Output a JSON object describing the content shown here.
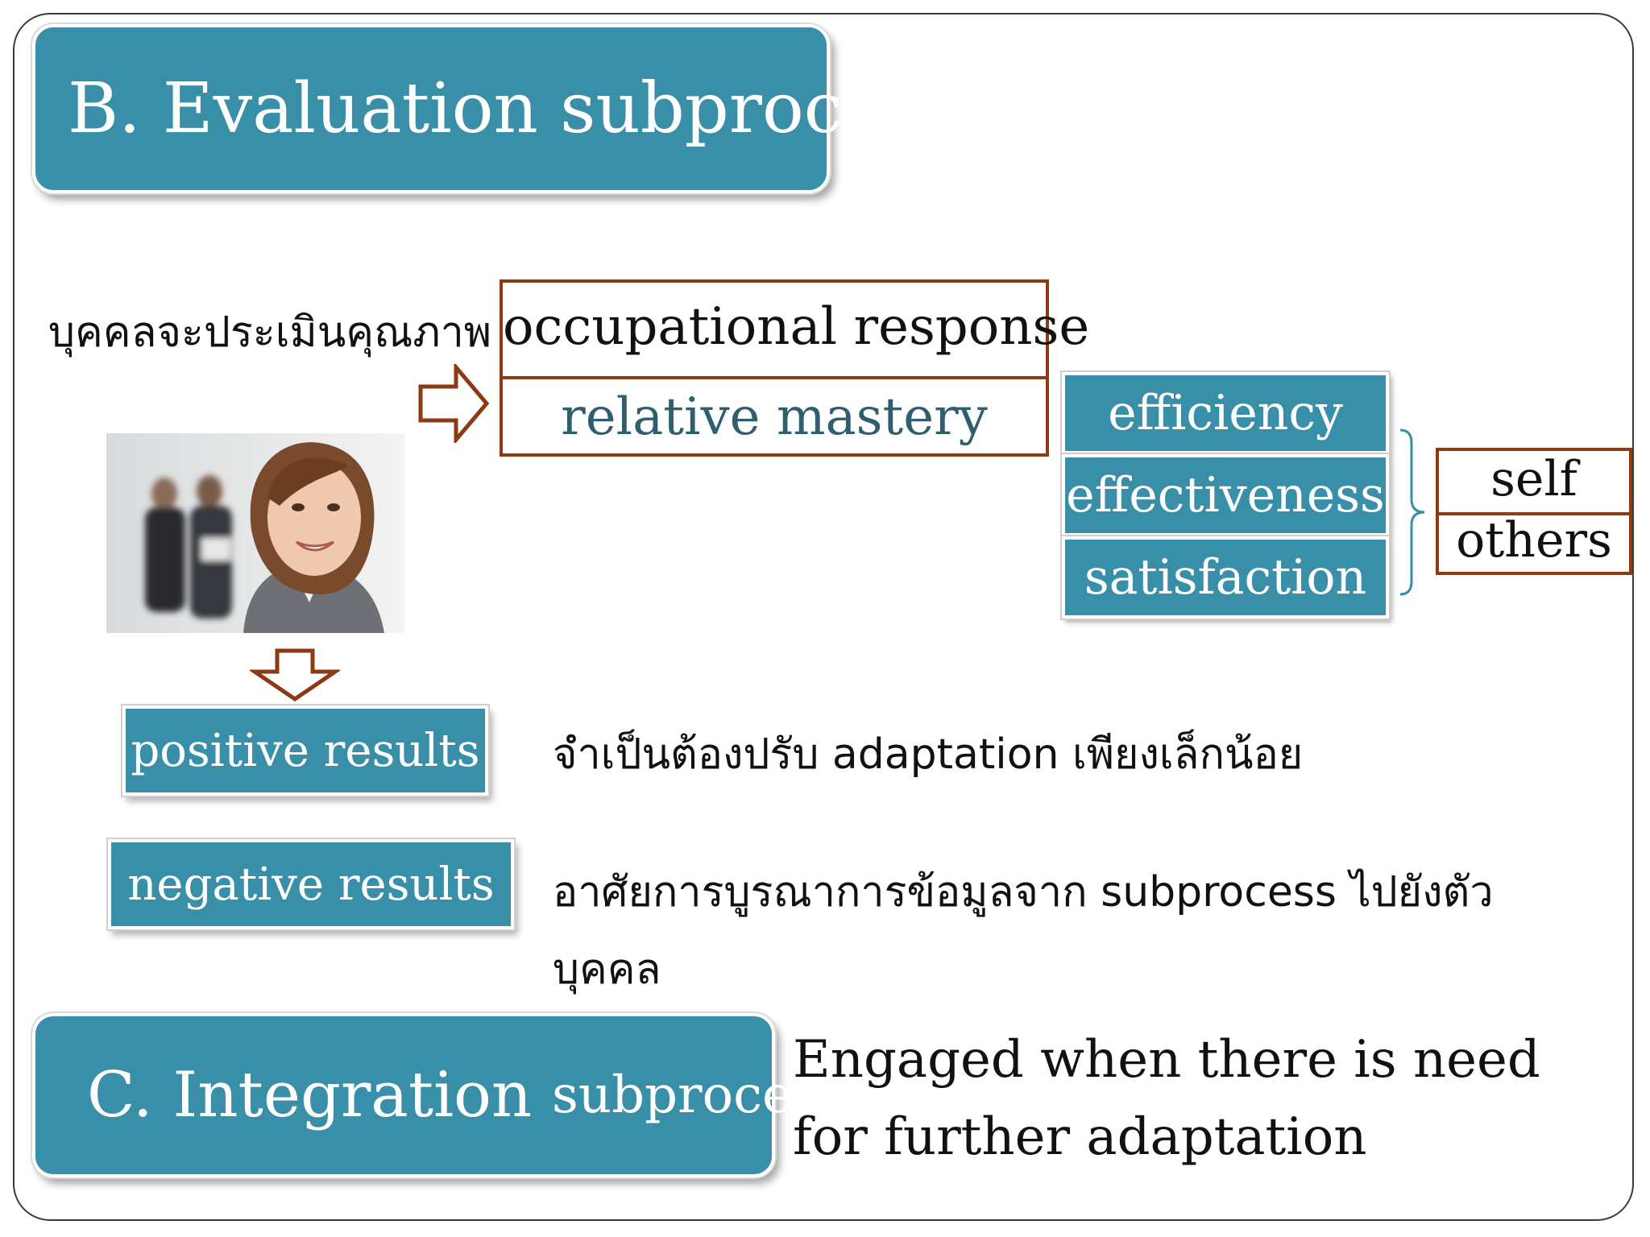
{
  "title_b": "B. Evaluation subprocess",
  "title_c": {
    "main": "C. Integration",
    "small": "subprocess"
  },
  "evaluate_label": "บุคคลจะประเมินคุณภาพ",
  "occupational_box": {
    "top": "occupational response",
    "bottom": "relative mastery"
  },
  "metrics": [
    "efficiency",
    "effectiveness",
    "satisfaction"
  ],
  "judges": {
    "top": "self",
    "bottom": "others"
  },
  "positive": {
    "label": "positive results",
    "description": "จำเป็นต้องปรับ adaptation เพียงเล็กน้อย"
  },
  "negative": {
    "label": "negative results",
    "description": "อาศัยการบูรณาการข้อมูลจาก subprocess ไปยังตัวบุคคล"
  },
  "integration_note": "Engaged when there is need for further adaptation",
  "colors": {
    "teal": "#3a8fa8",
    "brown": "#8b3a12"
  },
  "icons": [
    "arrow-right-hollow-icon",
    "arrow-down-hollow-icon",
    "right-curly-brace-icon"
  ]
}
